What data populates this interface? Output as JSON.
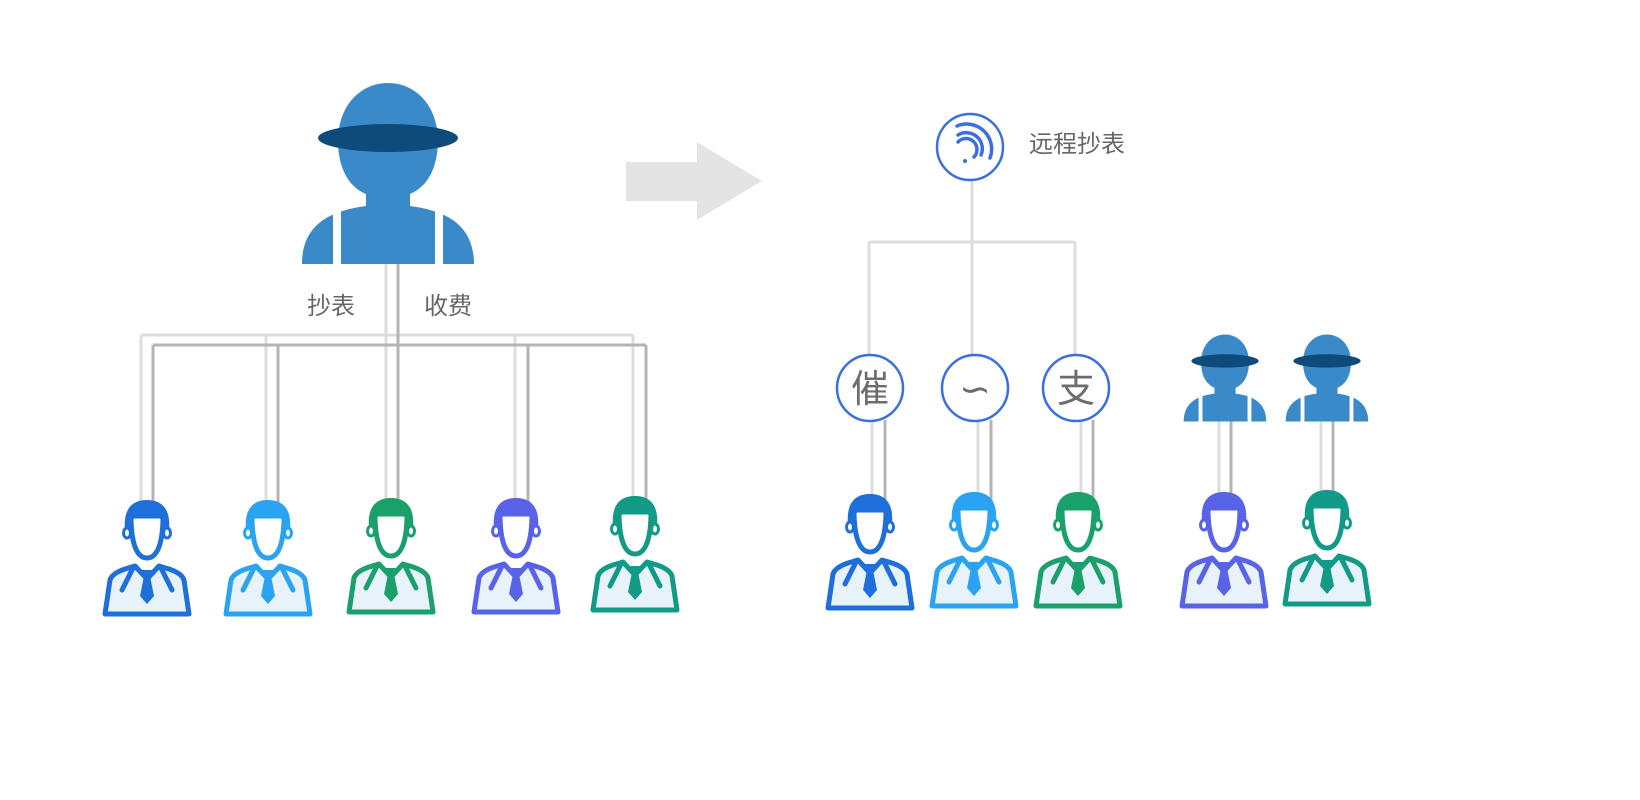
{
  "left": {
    "labels": {
      "meter_reading": "抄表",
      "fee_collection": "收费"
    },
    "residents": [
      {
        "color": "#1e6fd9"
      },
      {
        "color": "#29a3f2"
      },
      {
        "color": "#1aa06b"
      },
      {
        "color": "#5863e8"
      },
      {
        "color": "#119b86"
      }
    ]
  },
  "right": {
    "remote_label": "远程抄表",
    "services": [
      {
        "glyph": "催"
      },
      {
        "glyph": "∽"
      },
      {
        "glyph": "支"
      }
    ],
    "residents": [
      {
        "color": "#1e6fd9"
      },
      {
        "color": "#29a3f2"
      },
      {
        "color": "#1aa06b"
      },
      {
        "color": "#5863e8"
      },
      {
        "color": "#119b86"
      }
    ]
  },
  "colors": {
    "worker": "#3a8ac9",
    "worker_hat": "#0e4a7a",
    "accent_ring": "#3b6fe0",
    "line_light": "#dddddd",
    "line_dark": "#b4b4b4",
    "arrow": "#e4e4e4"
  },
  "icons": {
    "worker": "worker-icon",
    "wifi": "wifi-icon",
    "arrow": "right-arrow-icon",
    "resident": "resident-icon"
  }
}
